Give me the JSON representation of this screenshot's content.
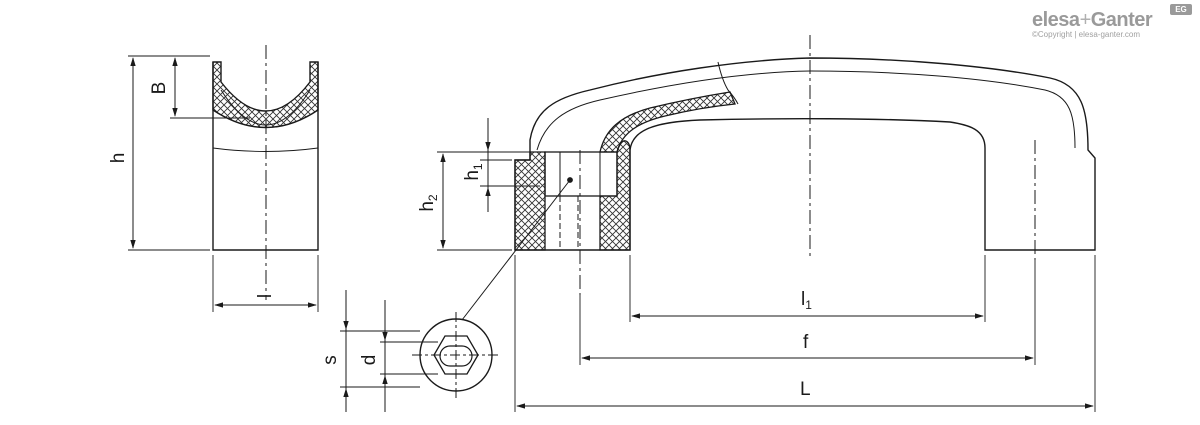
{
  "brand": {
    "name_left": "elesa",
    "plus": "+",
    "name_right": "Ganter",
    "copyright": "©Copyright | elesa-ganter.com",
    "badge": "EG"
  },
  "dimensions": {
    "B": "B",
    "h": "h",
    "l": "l",
    "h1_main": "h",
    "h1_sub": "1",
    "h2_main": "h",
    "h2_sub": "2",
    "l1_main": "l",
    "l1_sub": "1",
    "f": "f",
    "L": "L",
    "s": "s",
    "d": "d"
  },
  "colors": {
    "line": "#1a1a1a",
    "hatch": "#333333",
    "brand_grey": "#9a9a9a"
  }
}
